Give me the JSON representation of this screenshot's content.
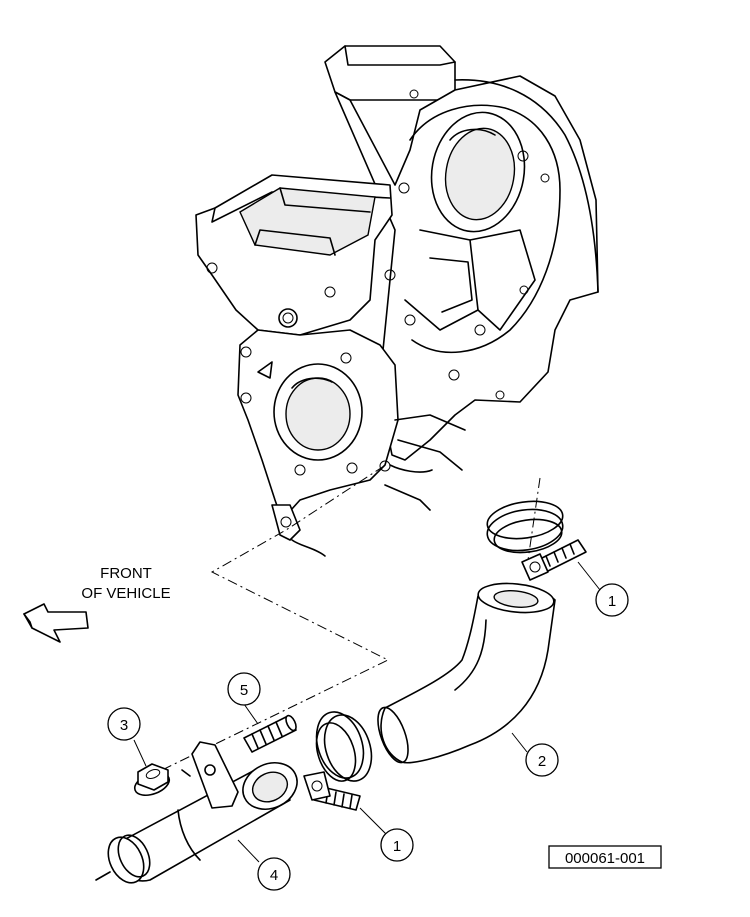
{
  "direction_label": {
    "line1": "FRONT",
    "line2": "OF VEHICLE"
  },
  "callouts": [
    {
      "id": "clamp-top",
      "number": "1"
    },
    {
      "id": "hose",
      "number": "2"
    },
    {
      "id": "nut",
      "number": "3"
    },
    {
      "id": "water-pipe",
      "number": "4"
    },
    {
      "id": "stud",
      "number": "5"
    },
    {
      "id": "clamp-bottom",
      "number": "1"
    }
  ],
  "figure_code": "000061-001"
}
